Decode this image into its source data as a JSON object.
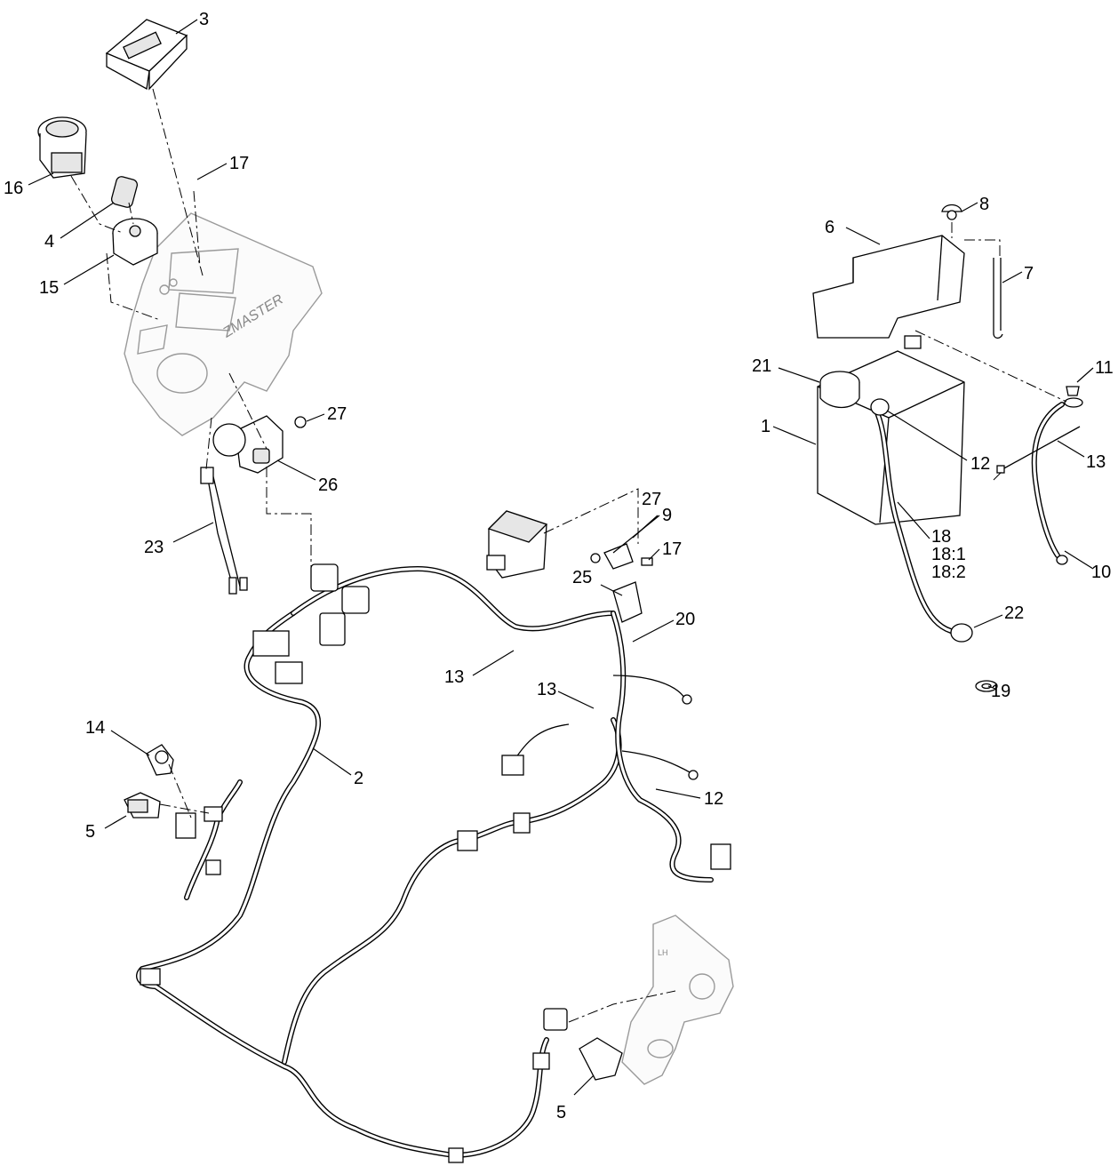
{
  "diagram": {
    "callouts": [
      {
        "id": "c3",
        "text": "3"
      },
      {
        "id": "c17a",
        "text": "17"
      },
      {
        "id": "c16",
        "text": "16"
      },
      {
        "id": "c4",
        "text": "4"
      },
      {
        "id": "c15",
        "text": "15"
      },
      {
        "id": "c27a",
        "text": "27"
      },
      {
        "id": "c26",
        "text": "26"
      },
      {
        "id": "c23",
        "text": "23"
      },
      {
        "id": "c27b",
        "text": "27"
      },
      {
        "id": "c9",
        "text": "9"
      },
      {
        "id": "c17b",
        "text": "17"
      },
      {
        "id": "c25",
        "text": "25"
      },
      {
        "id": "c20",
        "text": "20"
      },
      {
        "id": "c13a",
        "text": "13"
      },
      {
        "id": "c13b",
        "text": "13"
      },
      {
        "id": "c2",
        "text": "2"
      },
      {
        "id": "c14",
        "text": "14"
      },
      {
        "id": "c5a",
        "text": "5"
      },
      {
        "id": "c12a",
        "text": "12"
      },
      {
        "id": "c5b",
        "text": "5"
      },
      {
        "id": "c8",
        "text": "8"
      },
      {
        "id": "c6",
        "text": "6"
      },
      {
        "id": "c7",
        "text": "7"
      },
      {
        "id": "c21",
        "text": "21"
      },
      {
        "id": "c11",
        "text": "11"
      },
      {
        "id": "c1",
        "text": "1"
      },
      {
        "id": "c12b",
        "text": "12"
      },
      {
        "id": "c13c",
        "text": "13"
      },
      {
        "id": "c18",
        "text": "18"
      },
      {
        "id": "c18_1",
        "text": "18:1"
      },
      {
        "id": "c18_2",
        "text": "18:2"
      },
      {
        "id": "c10",
        "text": "10"
      },
      {
        "id": "c22",
        "text": "22"
      },
      {
        "id": "c19",
        "text": "19"
      }
    ],
    "panel_logo_text": "ZMASTER",
    "bracket_mark": "LH"
  }
}
